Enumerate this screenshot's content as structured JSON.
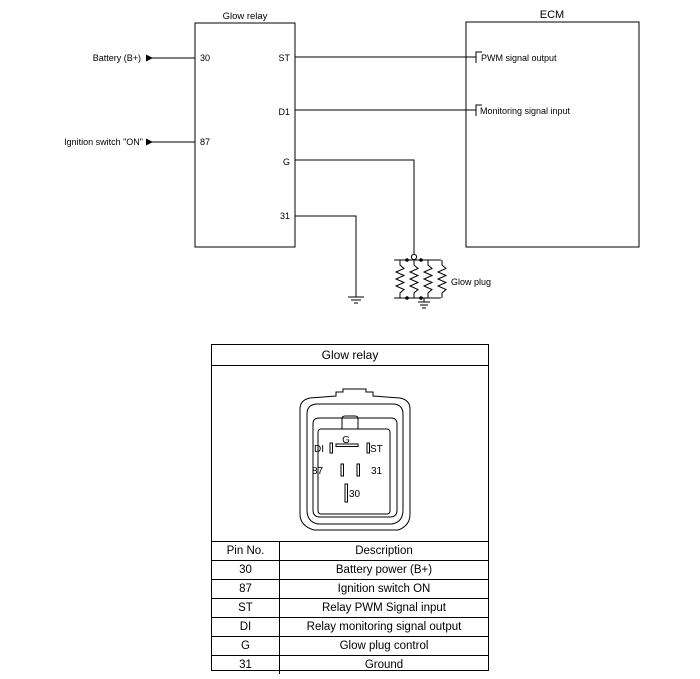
{
  "wiring": {
    "relay_title": "Glow relay",
    "ecm_title": "ECM",
    "relay_pins": {
      "p30": "30",
      "p87": "87",
      "st": "ST",
      "d1": "D1",
      "g": "G",
      "p31": "31"
    },
    "battery_label": "Battery (B+)",
    "ignition_label": "Ignition switch \"ON\"",
    "pwm_label": "PWM signal output",
    "monitor_label": "Monitoring signal input",
    "glow_plug_label": "Glow plug"
  },
  "connector": {
    "title": "Glow relay",
    "pins": {
      "g": "G",
      "di": "DI",
      "st": "ST",
      "p87": "87",
      "p31": "31",
      "p30": "30"
    }
  },
  "table": {
    "headers": {
      "pin": "Pin No.",
      "desc": "Description"
    },
    "rows": [
      {
        "pin": "30",
        "desc": "Battery power (B+)"
      },
      {
        "pin": "87",
        "desc": "Ignition switch ON"
      },
      {
        "pin": "ST",
        "desc": "Relay PWM Signal input"
      },
      {
        "pin": "DI",
        "desc": "Relay monitoring signal output"
      },
      {
        "pin": "G",
        "desc": "Glow plug control"
      },
      {
        "pin": "31",
        "desc": "Ground"
      }
    ]
  }
}
